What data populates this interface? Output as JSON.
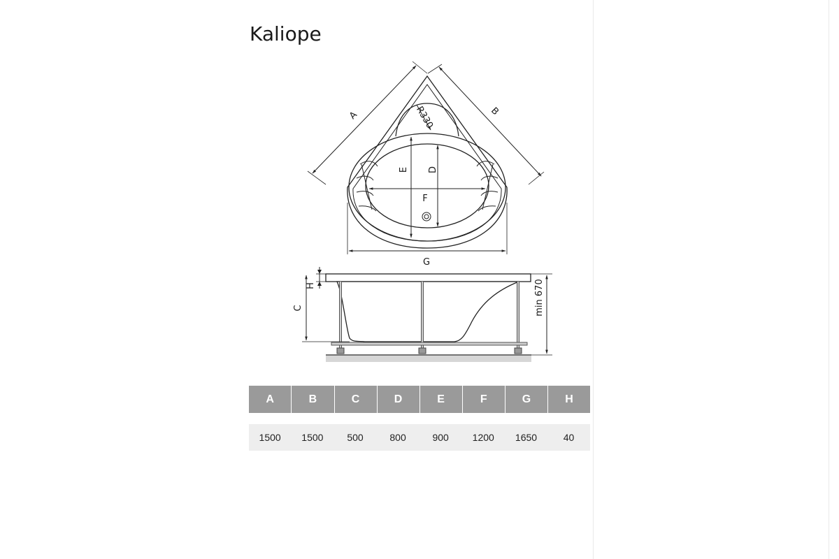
{
  "title": "Kaliope",
  "plan_view": {
    "labels": {
      "a": "A",
      "b": "B",
      "r": "R330",
      "e": "E",
      "d": "D",
      "f": "F",
      "g": "G"
    }
  },
  "side_view": {
    "labels": {
      "h": "H",
      "c": "C",
      "min": "min 670"
    }
  },
  "table": {
    "headers": [
      "A",
      "B",
      "C",
      "D",
      "E",
      "F",
      "G",
      "H"
    ],
    "values": [
      "1500",
      "1500",
      "500",
      "800",
      "900",
      "1200",
      "1650",
      "40"
    ]
  }
}
